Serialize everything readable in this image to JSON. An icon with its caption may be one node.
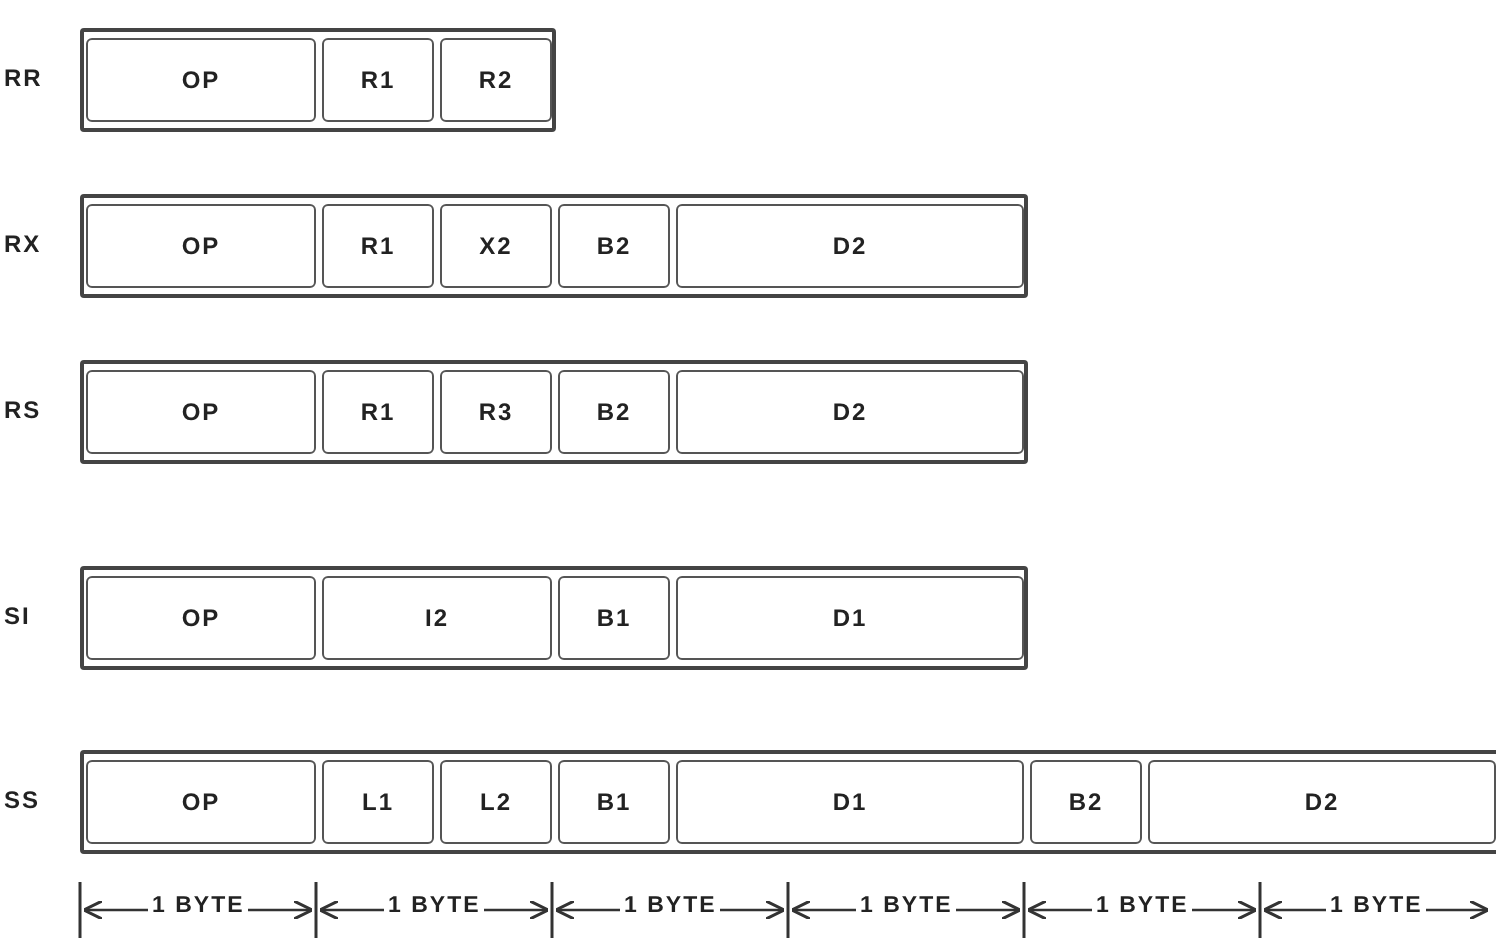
{
  "diagram": {
    "nodes": [
      {
        "text": [],
        "shape": "box",
        "beside": [
          "RR"
        ]
      },
      {
        "text": [
          "OP"
        ],
        "in": 0
      },
      {
        "text": [
          "R1"
        ],
        "in": 0
      },
      {
        "text": [
          "R2"
        ],
        "in": 0
      },
      {
        "text": [],
        "shape": "box",
        "beside": [
          "RX"
        ]
      },
      {
        "text": [
          "OP"
        ],
        "in": 4
      },
      {
        "text": [
          "R1"
        ],
        "in": 4
      },
      {
        "text": [
          "X2"
        ],
        "in": 4
      },
      {
        "text": [
          "B2"
        ],
        "in": 4
      },
      {
        "text": [
          "D2"
        ],
        "in": 4
      },
      {
        "text": [],
        "shape": "box",
        "beside": [
          "RS"
        ]
      },
      {
        "text": [
          "OP"
        ],
        "in": 10
      },
      {
        "text": [
          "R1"
        ],
        "in": 10
      },
      {
        "text": [
          "R3"
        ],
        "in": 10
      },
      {
        "text": [
          "B2"
        ],
        "in": 10
      },
      {
        "text": [
          "D2"
        ],
        "in": 10
      },
      {
        "text": [],
        "shape": "box",
        "beside": [
          "SI"
        ]
      },
      {
        "text": [
          "OP"
        ],
        "in": 16
      },
      {
        "text": [
          "I2"
        ],
        "in": 16
      },
      {
        "text": [
          "B1"
        ],
        "in": 16
      },
      {
        "text": [
          "D1"
        ],
        "in": 16
      },
      {
        "text": [],
        "shape": "box",
        "beside": [
          "SS"
        ]
      },
      {
        "text": [
          "OP"
        ],
        "in": 21
      },
      {
        "text": [
          "L1"
        ],
        "in": 21
      },
      {
        "text": [
          "L2"
        ],
        "in": 21
      },
      {
        "text": [
          "B1"
        ],
        "in": 21
      },
      {
        "text": [
          "D1"
        ],
        "in": 21
      },
      {
        "text": [
          "B2"
        ],
        "in": 21
      },
      {
        "text": [
          "D2"
        ],
        "in": 21
      }
    ],
    "labels": [
      "1 BYTE",
      "1 BYTE",
      "1 BYTE",
      "1 BYTE",
      "1 BYTE",
      "1 BYTE"
    ]
  }
}
